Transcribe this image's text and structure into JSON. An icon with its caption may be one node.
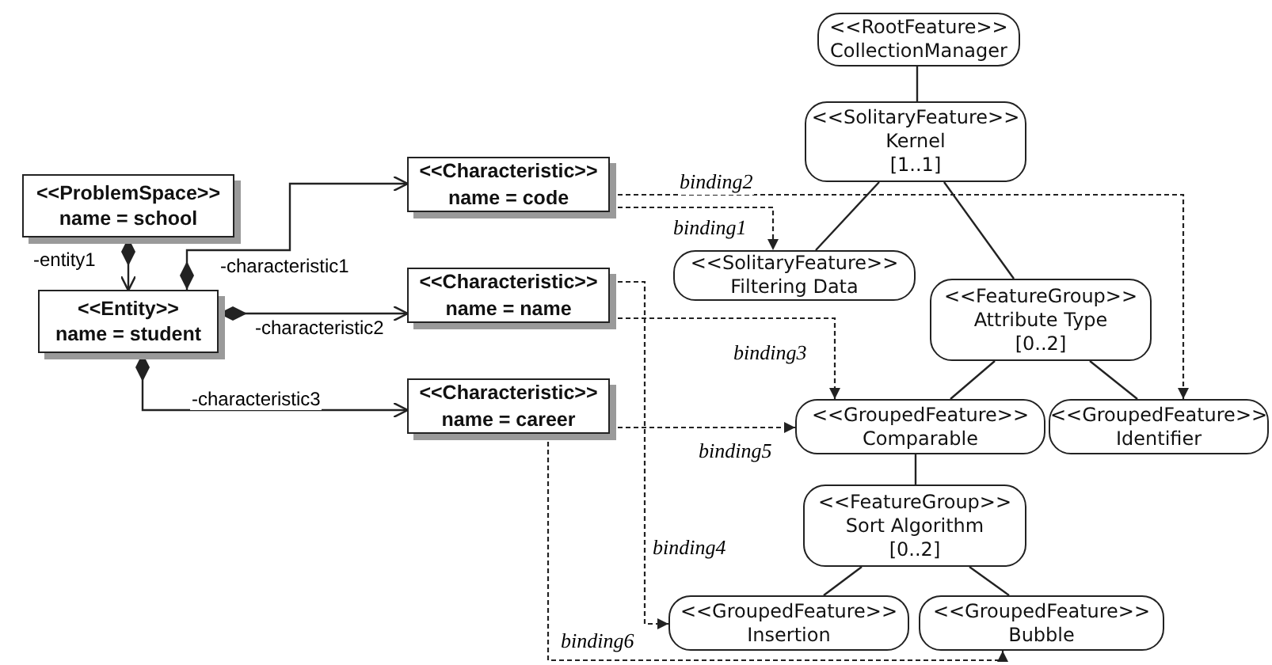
{
  "diagram": {
    "nodes": [
      {
        "text": [
          "<<ProblemSpace>>",
          "name = school"
        ]
      },
      {
        "text": [
          "<<Entity>>",
          "name = student"
        ]
      },
      {
        "text": [
          "<<Characteristic>>",
          "name = code"
        ]
      },
      {
        "text": [
          "<<Characteristic>>",
          "name = name"
        ]
      },
      {
        "text": [
          "<<Characteristic>>",
          "name = career"
        ]
      },
      {
        "text": [
          "<<RootFeature>>",
          "CollectionManager"
        ]
      },
      {
        "text": [
          "<<SolitaryFeature>>",
          "Kernel",
          "[1..1]"
        ]
      },
      {
        "text": [
          "<<SolitaryFeature>>",
          "Filtering Data"
        ]
      },
      {
        "text": [
          "<<FeatureGroup>>",
          "Attribute Type",
          "[0..2]"
        ]
      },
      {
        "text": [
          "<<GroupedFeature>>",
          "Comparable"
        ]
      },
      {
        "text": [
          "<<GroupedFeature>>",
          "Identifier"
        ]
      },
      {
        "text": [
          "<<FeatureGroup>>",
          "Sort Algorithm",
          "[0..2]"
        ]
      },
      {
        "text": [
          "<<GroupedFeature>>",
          "Insertion"
        ]
      },
      {
        "text": [
          "<<GroupedFeature>>",
          "Bubble"
        ]
      }
    ],
    "edges": [
      {
        "from": 0,
        "to": 1,
        "arrow": "to",
        "label": "-entity1"
      },
      {
        "from": 1,
        "to": 2,
        "arrow": "to",
        "label": "-characteristic1"
      },
      {
        "from": 1,
        "to": 3,
        "arrow": "to",
        "label": "-characteristic2"
      },
      {
        "from": 1,
        "to": 4,
        "arrow": "to",
        "label": "-characteristic3"
      },
      {
        "from": 5,
        "to": 6,
        "arrow": "none"
      },
      {
        "from": 6,
        "to": 7,
        "arrow": "none"
      },
      {
        "from": 6,
        "to": 8,
        "arrow": "none"
      },
      {
        "from": 8,
        "to": 9,
        "arrow": "none"
      },
      {
        "from": 8,
        "to": 10,
        "arrow": "none"
      },
      {
        "from": 9,
        "to": 11,
        "arrow": "none"
      },
      {
        "from": 11,
        "to": 12,
        "arrow": "none"
      },
      {
        "from": 11,
        "to": 13,
        "arrow": "none"
      },
      {
        "from": 2,
        "to": 7,
        "arrow": "to",
        "label": "binding1",
        "style": "dashed"
      },
      {
        "from": 2,
        "to": 10,
        "arrow": "to",
        "label": "binding2",
        "style": "dashed"
      },
      {
        "from": 3,
        "to": 9,
        "arrow": "to",
        "label": "binding3",
        "style": "dashed"
      },
      {
        "from": 3,
        "to": 12,
        "arrow": "to",
        "label": "binding4",
        "style": "dashed"
      },
      {
        "from": 4,
        "to": 9,
        "arrow": "to",
        "label": "binding5",
        "style": "dashed"
      },
      {
        "from": 4,
        "to": 13,
        "arrow": "to",
        "label": "binding6",
        "style": "dashed"
      }
    ]
  }
}
